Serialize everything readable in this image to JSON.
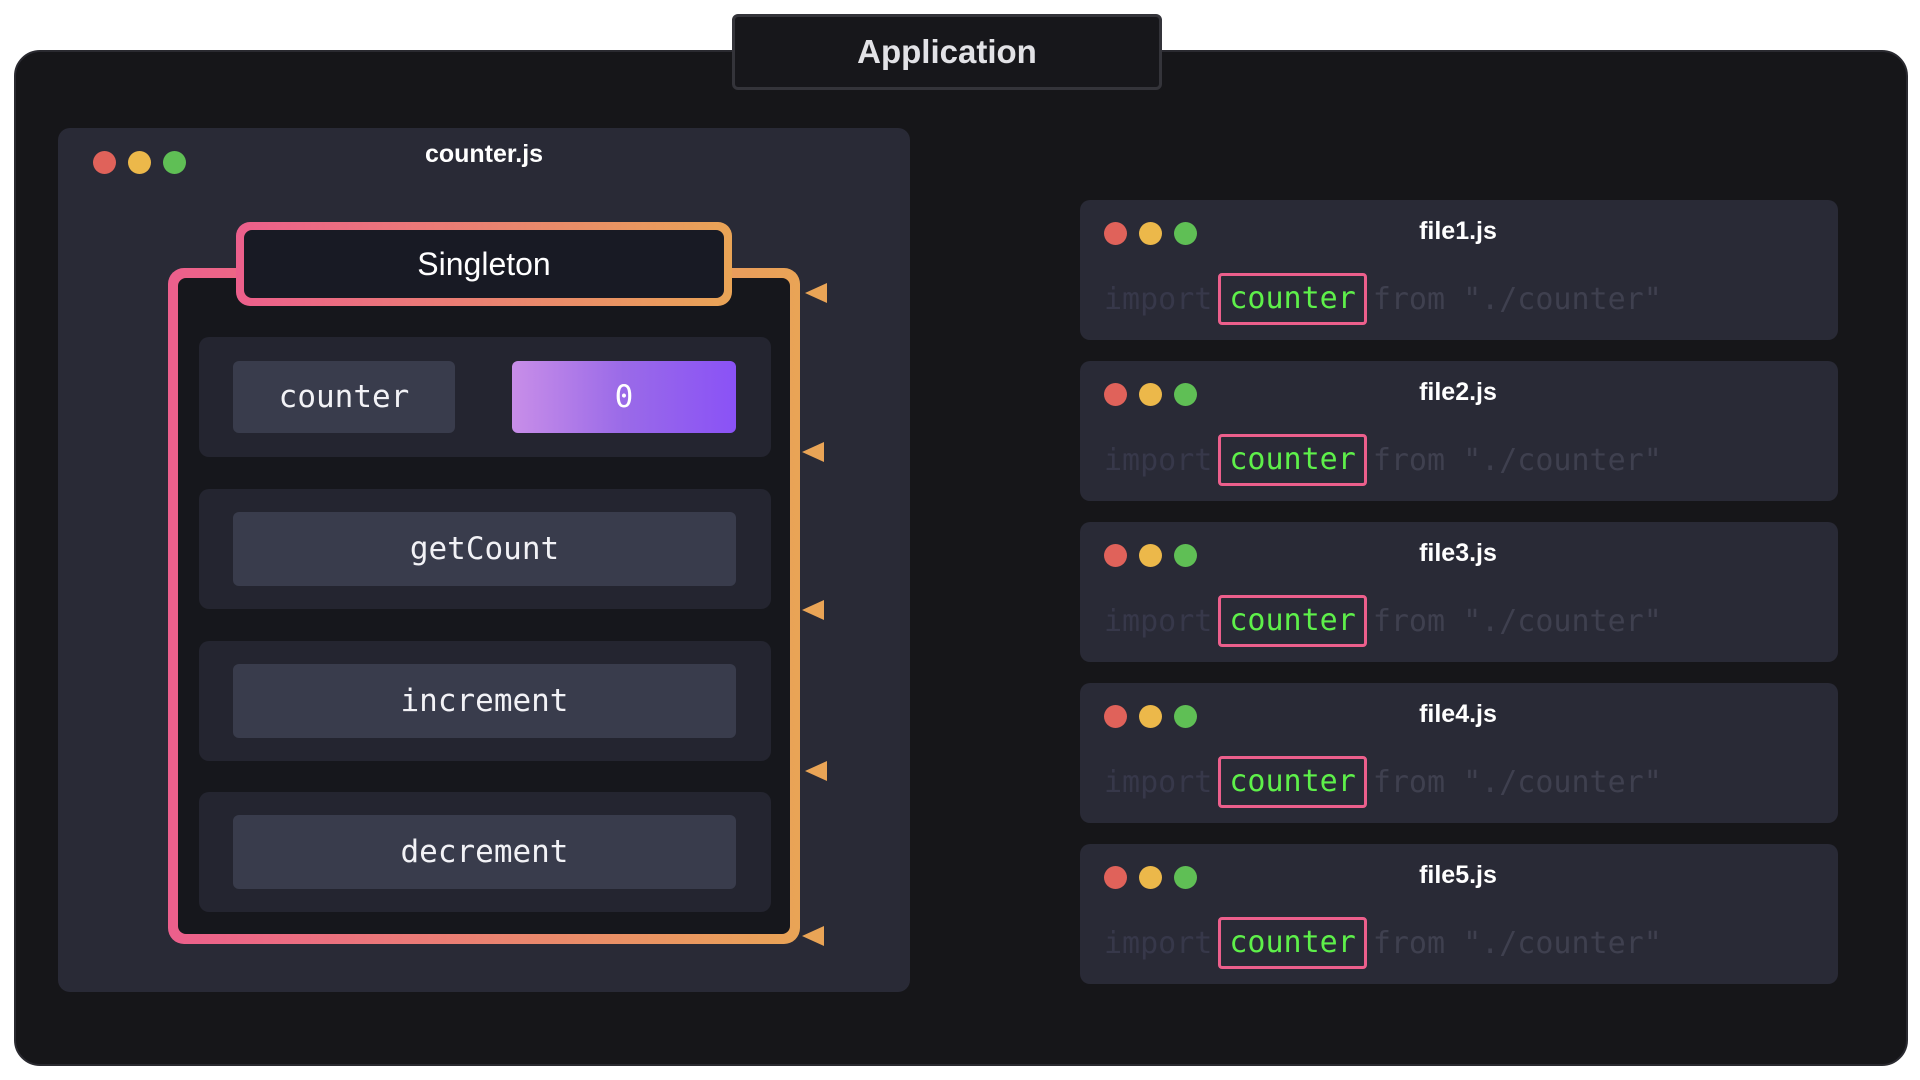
{
  "application": {
    "title": "Application"
  },
  "counter_window": {
    "title": "counter.js",
    "singleton_label": "Singleton",
    "members": {
      "counter_name": "counter",
      "counter_value": "0",
      "get_count": "getCount",
      "increment": "increment",
      "decrement": "decrement"
    }
  },
  "files": [
    {
      "title": "file1.js",
      "keyword": "import",
      "name": "counter",
      "rest": "from \"./counter\""
    },
    {
      "title": "file2.js",
      "keyword": "import",
      "name": "counter",
      "rest": "from \"./counter\""
    },
    {
      "title": "file3.js",
      "keyword": "import",
      "name": "counter",
      "rest": "from \"./counter\""
    },
    {
      "title": "file4.js",
      "keyword": "import",
      "name": "counter",
      "rest": "from \"./counter\""
    },
    {
      "title": "file5.js",
      "keyword": "import",
      "name": "counter",
      "rest": "from \"./counter\""
    }
  ],
  "colors": {
    "gradient_pink": "#ec5f8c",
    "gradient_orange": "#e9a456",
    "import_highlight": "#5ef04a",
    "value_purple": "#8a52f6"
  }
}
